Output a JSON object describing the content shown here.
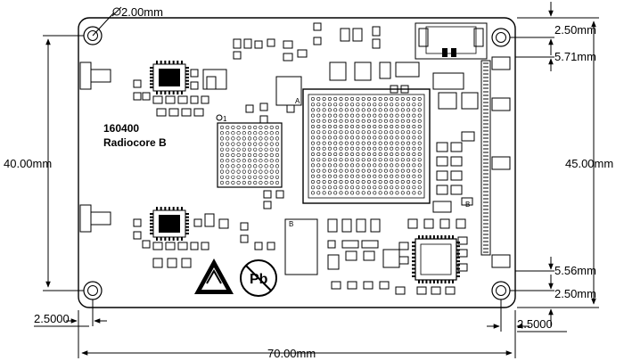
{
  "dimensions": {
    "hole_diameter": "2.00mm",
    "top_offset": "2.50mm",
    "connector_offset_top": "5.71mm",
    "height_total": "45.00mm",
    "height_hole_spacing": "40.00mm",
    "connector_offset_bottom": "5.56mm",
    "bottom_offset": "2.50mm",
    "left_hole_offset": "2.5000",
    "right_hole_offset": "2.5000",
    "width_total": "70.00mm"
  },
  "board": {
    "part_number": "160400",
    "name": "Radiocore B",
    "marks": [
      "A",
      "B",
      "B",
      "1"
    ],
    "compliance_icons": [
      "recycle-triangle-icon",
      "lead-free-icon"
    ]
  }
}
